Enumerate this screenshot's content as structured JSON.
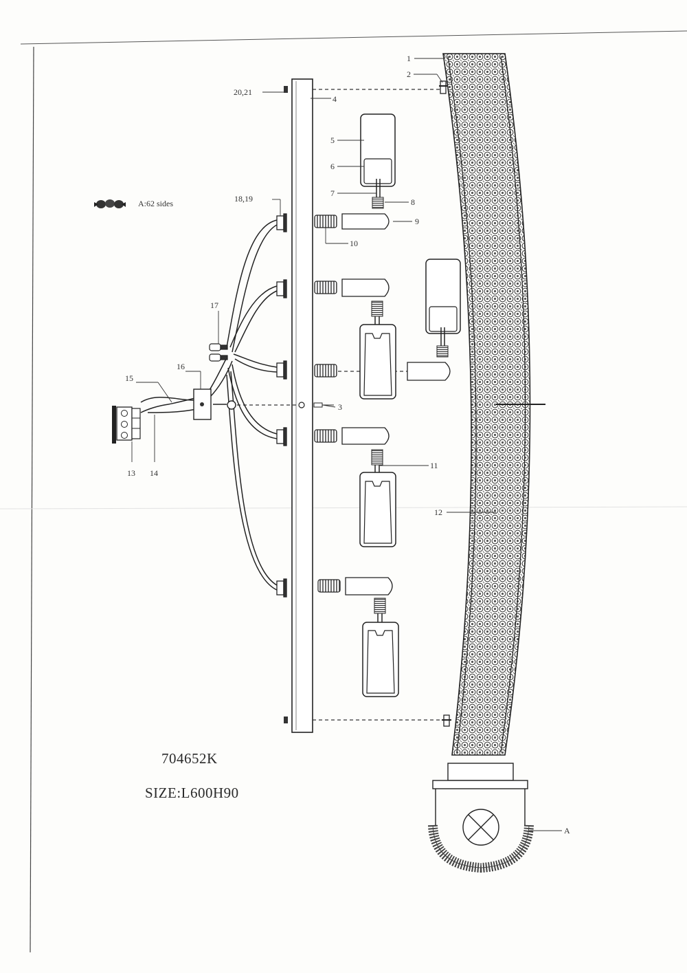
{
  "model": "704652K",
  "size": "SIZE:L600H90",
  "legend": {
    "text": "A:62  sides",
    "icon": "crystal-bead-chain-icon"
  },
  "callouts": {
    "c1": "1",
    "c2": "2",
    "c3": "3",
    "c4": "4",
    "c5": "5",
    "c6": "6",
    "c7": "7",
    "c8": "8",
    "c9": "9",
    "c10": "10",
    "c11": "11",
    "c12": "12",
    "c13": "13",
    "c14": "14",
    "c15": "15",
    "c16": "16",
    "c17": "17",
    "c1819": "18,19",
    "c2021": "20,21",
    "cA": "A"
  }
}
